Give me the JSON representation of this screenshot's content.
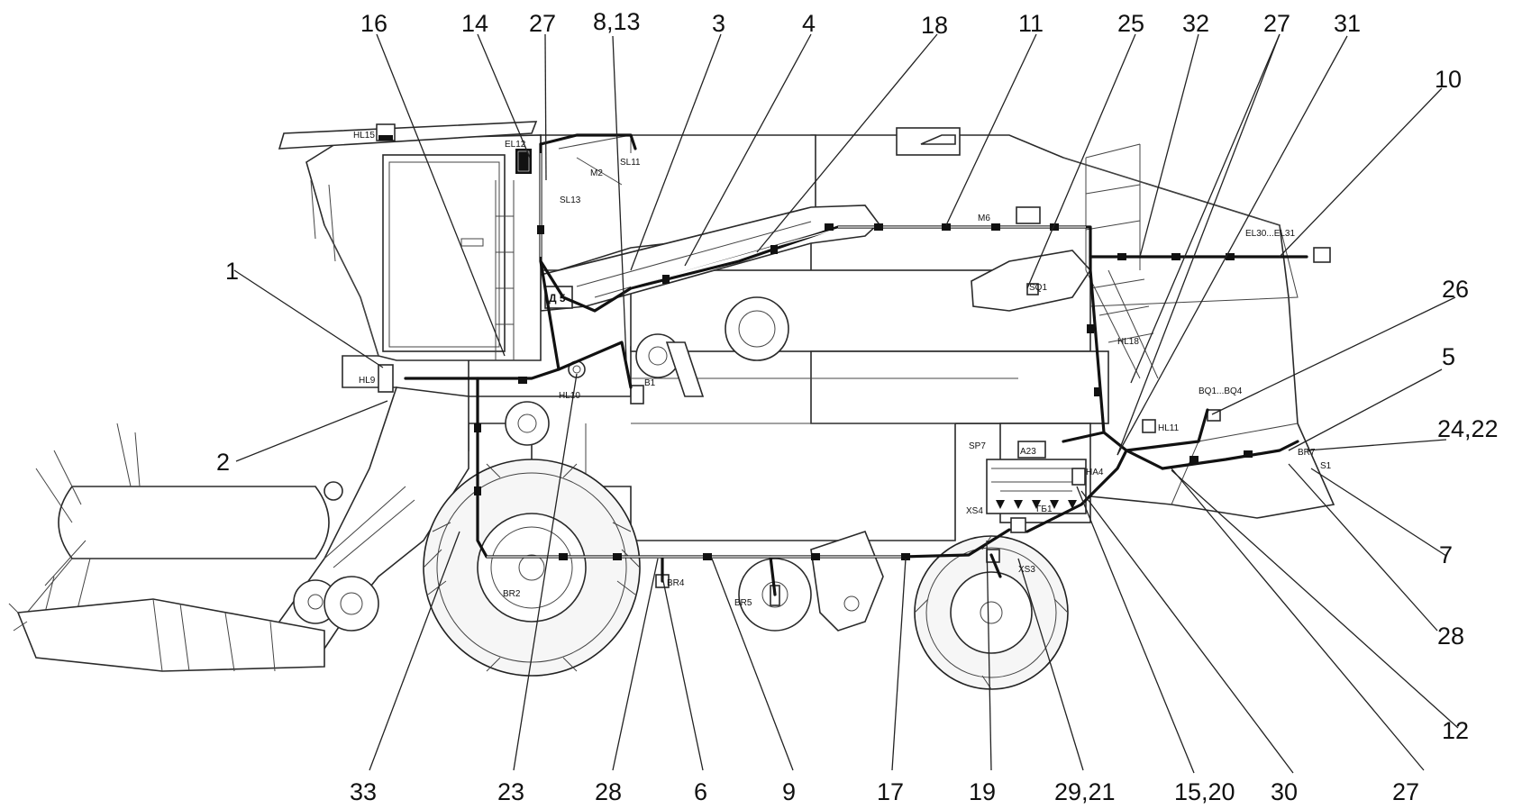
{
  "callouts": [
    {
      "id": "c16",
      "text": "16"
    },
    {
      "id": "c14",
      "text": "14"
    },
    {
      "id": "c27a",
      "text": "27"
    },
    {
      "id": "c813",
      "text": "8,13"
    },
    {
      "id": "c3",
      "text": "3"
    },
    {
      "id": "c4",
      "text": "4"
    },
    {
      "id": "c18",
      "text": "18"
    },
    {
      "id": "c11",
      "text": "11"
    },
    {
      "id": "c25",
      "text": "25"
    },
    {
      "id": "c32",
      "text": "32"
    },
    {
      "id": "c27b",
      "text": "27"
    },
    {
      "id": "c31",
      "text": "31"
    },
    {
      "id": "c10",
      "text": "10"
    },
    {
      "id": "c1",
      "text": "1"
    },
    {
      "id": "c2",
      "text": "2"
    },
    {
      "id": "c26",
      "text": "26"
    },
    {
      "id": "c5",
      "text": "5"
    },
    {
      "id": "c2422",
      "text": "24,22"
    },
    {
      "id": "c7",
      "text": "7"
    },
    {
      "id": "c28r",
      "text": "28"
    },
    {
      "id": "c12",
      "text": "12"
    },
    {
      "id": "c27c",
      "text": "27"
    },
    {
      "id": "c30",
      "text": "30"
    },
    {
      "id": "c1520",
      "text": "15,20"
    },
    {
      "id": "c2921",
      "text": "29,21"
    },
    {
      "id": "c19",
      "text": "19"
    },
    {
      "id": "c17",
      "text": "17"
    },
    {
      "id": "c9",
      "text": "9"
    },
    {
      "id": "c6",
      "text": "6"
    },
    {
      "id": "c28b",
      "text": "28"
    },
    {
      "id": "c23",
      "text": "23"
    },
    {
      "id": "c33",
      "text": "33"
    }
  ],
  "tags": [
    {
      "id": "HL15",
      "text": "HL15"
    },
    {
      "id": "EL12",
      "text": "EL12"
    },
    {
      "id": "M2",
      "text": "M2"
    },
    {
      "id": "SL11",
      "text": "SL11"
    },
    {
      "id": "SL13",
      "text": "SL13"
    },
    {
      "id": "D5",
      "text": "Д 5"
    },
    {
      "id": "HL9",
      "text": "HL9"
    },
    {
      "id": "HL10",
      "text": "HL10"
    },
    {
      "id": "B1",
      "text": "B1"
    },
    {
      "id": "M6",
      "text": "M6"
    },
    {
      "id": "SQ1",
      "text": "SQ1"
    },
    {
      "id": "EL30",
      "text": "EL30...EL31"
    },
    {
      "id": "HL18",
      "text": "HL18"
    },
    {
      "id": "HL11",
      "text": "HL11"
    },
    {
      "id": "BQ",
      "text": "BQ1...BQ4"
    },
    {
      "id": "SP7",
      "text": "SP7"
    },
    {
      "id": "A23",
      "text": "A23"
    },
    {
      "id": "HA4",
      "text": "HA4"
    },
    {
      "id": "GB1",
      "text": "ГБ1"
    },
    {
      "id": "BR7",
      "text": "BR7"
    },
    {
      "id": "S1",
      "text": "S1"
    },
    {
      "id": "XS3",
      "text": "XS3"
    },
    {
      "id": "BR2",
      "text": "BR2"
    },
    {
      "id": "BR4",
      "text": "BR4"
    },
    {
      "id": "BR5",
      "text": "BR5"
    },
    {
      "id": "XS4",
      "text": "XS4"
    }
  ]
}
